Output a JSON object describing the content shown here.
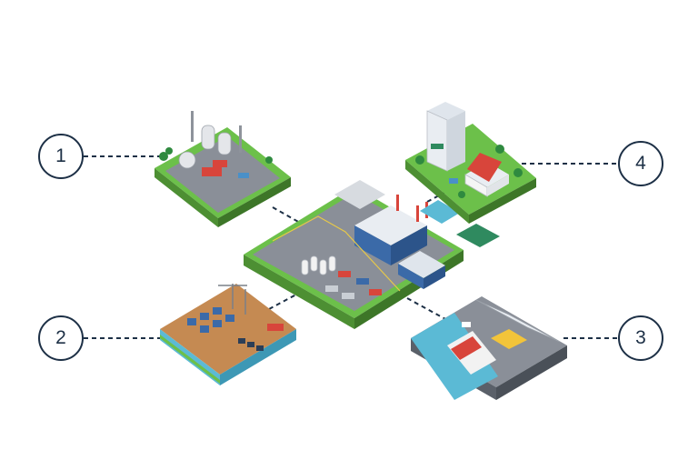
{
  "callouts": [
    {
      "label": "1",
      "depicts": "industrial-plant"
    },
    {
      "label": "2",
      "depicts": "power-substation"
    },
    {
      "label": "3",
      "depicts": "transport-hub"
    },
    {
      "label": "4",
      "depicts": "residential-area"
    }
  ],
  "colors": {
    "outline": "#1d3046",
    "grass": "#6cc04a",
    "ground": "#8a8f98",
    "water": "#5bbad5",
    "soil": "#c58a52",
    "accent_red": "#d8453b",
    "building_blue": "#3b6aa8"
  }
}
